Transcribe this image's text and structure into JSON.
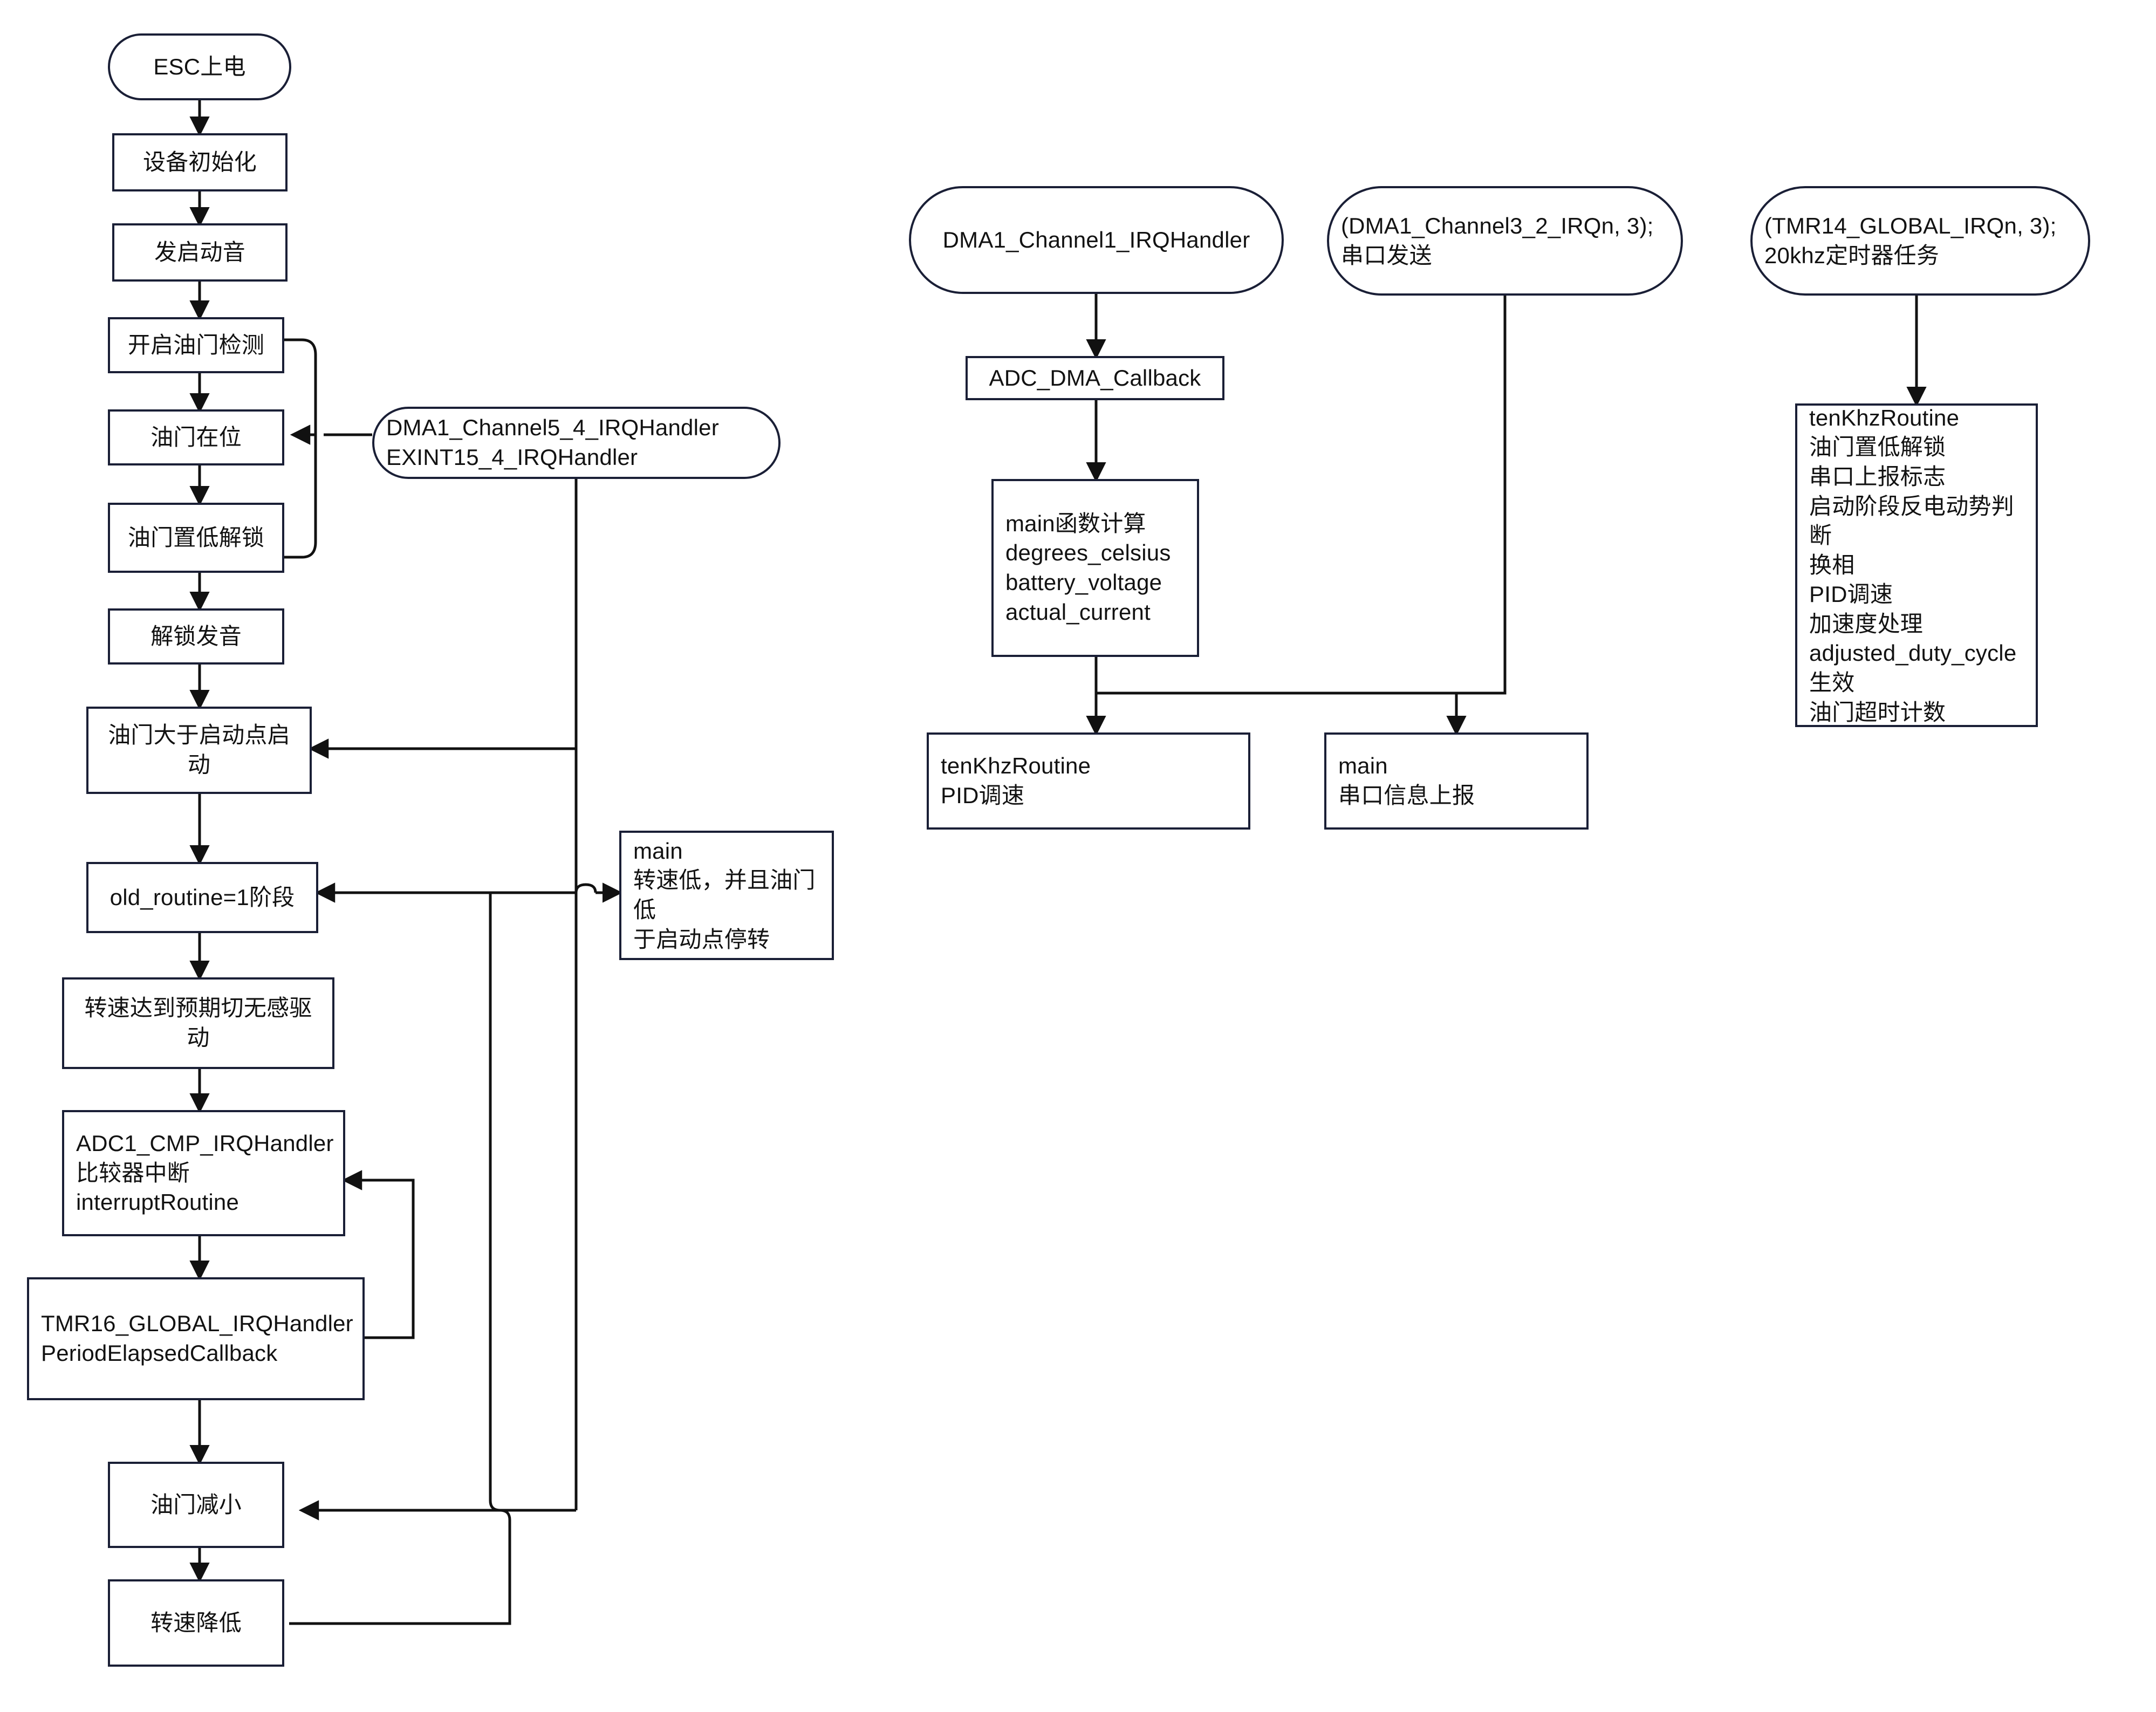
{
  "diagram": {
    "title": "ESC firmware flow chart",
    "stroke_color": "#1a1f36",
    "line_color": "#111111",
    "background": "#ffffff"
  },
  "nodes": {
    "esc_power_on": "ESC上电",
    "device_init": "设备初始化",
    "startup_tone": "发启动音",
    "enable_throttle_detect": "开启油门检测",
    "throttle_in_place": "油门在位",
    "throttle_low_unlock": "油门置低解锁",
    "unlock_tone": "解锁发音",
    "throttle_above_start": "油门大于启动点启动",
    "old_routine_stage": "old_routine=1阶段",
    "speed_reach_sensorless": "转速达到预期切无感驱动",
    "adc1_cmp_irqhandler": "ADC1_CMP_IRQHandler\n比较器中断\ninterruptRoutine",
    "tmr16_global_irqhandler": "TMR16_GLOBAL_IRQHandler\nPeriodElapsedCallback",
    "throttle_decrease": "油门减小",
    "speed_decrease": "转速降低",
    "dma1_ch5_4_exint15_4": "DMA1_Channel5_4_IRQHandler\nEXINT15_4_IRQHandler",
    "main_low_speed_stop": "main\n转速低，并且油门低\n于启动点停转",
    "dma1_channel1_irqhandler": "DMA1_Channel1_IRQHandler",
    "adc_dma_callback": "ADC_DMA_Callback",
    "main_calc": "main函数计算\ndegrees_celsius\n battery_voltage\nactual_current",
    "tenkhz_pid": "tenKhzRoutine\nPID调速",
    "dma1_ch3_2_serial": "(DMA1_Channel3_2_IRQn, 3);\n串口发送",
    "main_serial_report": "main\n串口信息上报",
    "tmr14_global_timer": "(TMR14_GLOBAL_IRQn, 3);\n20khz定时器任务",
    "tenkhz_routine_tasks": "tenKhzRoutine\n油门置低解锁\n串口上报标志\n启动阶段反电动势判断\n换相\nPID调速\n加速度处理\nadjusted_duty_cycle\n生效\n油门超时计数"
  }
}
